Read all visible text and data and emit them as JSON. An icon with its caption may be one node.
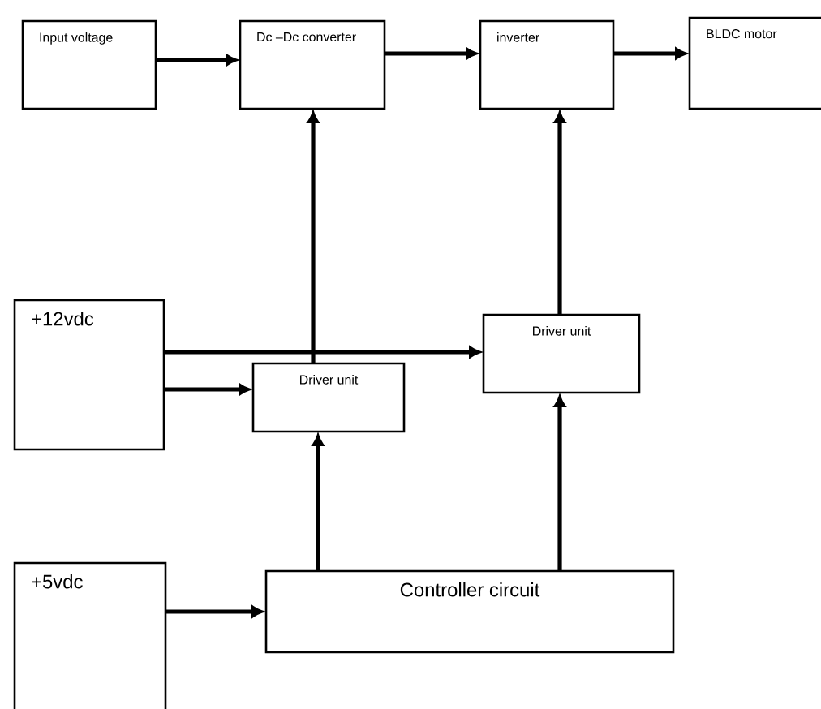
{
  "diagram": {
    "nodes": [
      {
        "text": [
          "Input voltage"
        ]
      },
      {
        "text": [
          "Dc –Dc converter"
        ]
      },
      {
        "text": [
          "inverter"
        ]
      },
      {
        "text": [
          "BLDC motor"
        ]
      },
      {
        "text": [
          "+12vdc"
        ]
      },
      {
        "text": [
          "Driver unit"
        ]
      },
      {
        "text": [
          "Driver unit"
        ]
      },
      {
        "text": [
          "+5vdc"
        ]
      },
      {
        "text": [
          "Controller circuit"
        ]
      }
    ],
    "edges": [
      {
        "from": 0,
        "to": 1,
        "arrow": "to"
      },
      {
        "from": 1,
        "to": 2,
        "arrow": "to"
      },
      {
        "from": 2,
        "to": 3,
        "arrow": "to"
      },
      {
        "from": 6,
        "to": 1,
        "arrow": "to"
      },
      {
        "from": 5,
        "to": 2,
        "arrow": "to"
      },
      {
        "from": 4,
        "to": 5,
        "arrow": "to"
      },
      {
        "from": 4,
        "to": 6,
        "arrow": "to"
      },
      {
        "from": 8,
        "to": 6,
        "arrow": "to"
      },
      {
        "from": 8,
        "to": 5,
        "arrow": "to"
      },
      {
        "from": 7,
        "to": 8,
        "arrow": "to"
      }
    ]
  }
}
